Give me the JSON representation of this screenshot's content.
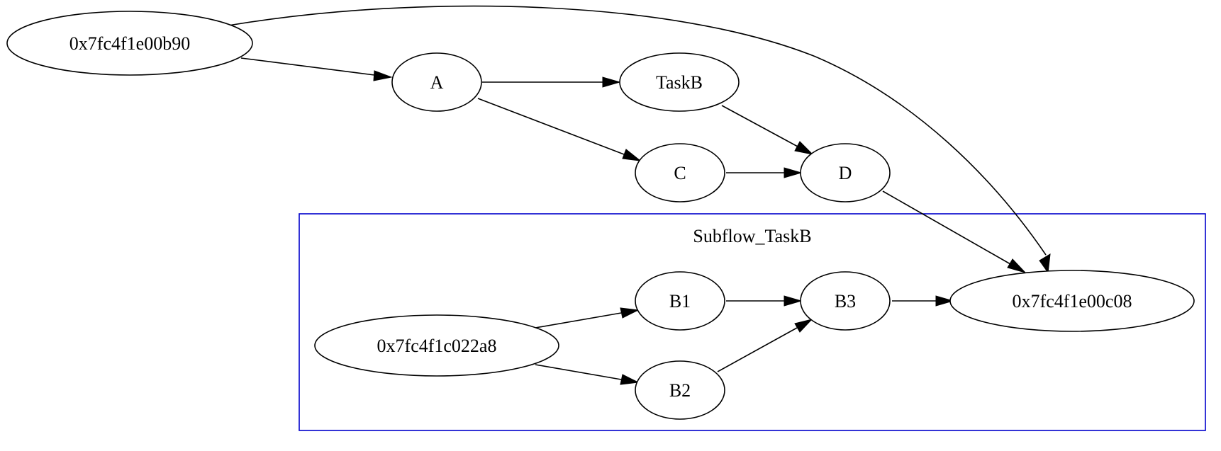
{
  "graph": {
    "cluster": {
      "label": "Subflow_TaskB",
      "border_color": "#0000cc"
    },
    "nodes": {
      "n_b90": {
        "label": "0x7fc4f1e00b90"
      },
      "n_a": {
        "label": "A"
      },
      "n_taskb": {
        "label": "TaskB"
      },
      "n_c": {
        "label": "C"
      },
      "n_d": {
        "label": "D"
      },
      "n_c08": {
        "label": "0x7fc4f1e00c08"
      },
      "n_2a8": {
        "label": "0x7fc4f1c022a8"
      },
      "n_b1": {
        "label": "B1"
      },
      "n_b2": {
        "label": "B2"
      },
      "n_b3": {
        "label": "B3"
      }
    },
    "edges": [
      {
        "from": "0x7fc4f1e00b90",
        "to": "A"
      },
      {
        "from": "0x7fc4f1e00b90",
        "to": "0x7fc4f1e00c08"
      },
      {
        "from": "A",
        "to": "TaskB"
      },
      {
        "from": "A",
        "to": "C"
      },
      {
        "from": "TaskB",
        "to": "D"
      },
      {
        "from": "C",
        "to": "D"
      },
      {
        "from": "D",
        "to": "0x7fc4f1e00c08"
      },
      {
        "from": "0x7fc4f1c022a8",
        "to": "B1"
      },
      {
        "from": "0x7fc4f1c022a8",
        "to": "B2"
      },
      {
        "from": "B1",
        "to": "B3"
      },
      {
        "from": "B2",
        "to": "B3"
      },
      {
        "from": "B3",
        "to": "0x7fc4f1e00c08"
      }
    ]
  }
}
